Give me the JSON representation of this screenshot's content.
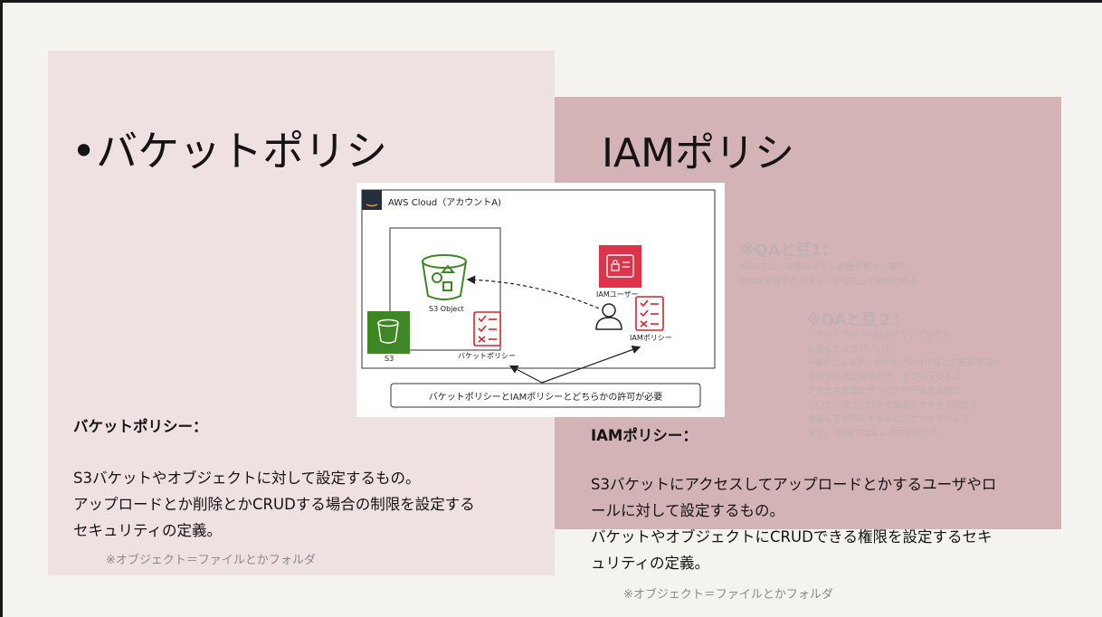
{
  "left": {
    "title": "•バケットポリシ",
    "heading": "バケットポリシー：",
    "body_lines": [
      "S3バケットやオブジェクトに対して設定するもの。",
      "アップロードとか削除とかCRUDする場合の制限を設定する",
      "セキュリティの定義。"
    ],
    "note": "※オブジェクト＝ファイルとかフォルダ"
  },
  "right": {
    "title": "IAMポリシ",
    "heading": "IAMポリシー：",
    "body_lines": [
      "S3バケットにアクセスしてアップロードとかするユーザやロ",
      "ールに対して設定するもの。",
      "バケットやオブジェクトにCRUDできる権限を設定するセキ",
      "ュリティの定義。"
    ],
    "note": "※オブジェクト＝ファイルとかフォルダ"
  },
  "qa1": {
    "title": "※QAと豆1：",
    "lines": [
      "AWSでは、複数のポリシ定義が被った場合、",
      "DENY定義されたポリシが優先して適用される。"
    ]
  },
  "qa2": {
    "title": "※QAと豆２：",
    "lines": [
      "バケットポリシとIAMポリシどっちを",
      "定義したほうがいいか？",
      "→場合によるが、IAMポリシは作成して配布管理が",
      "運用上必要になるので、オブジェクトの",
      "アクセス管理をサービスや不特定多数に",
      "行いたい場合に特定の厳密なアクセス制御を",
      "考慮して簡易にするのにバケットポリシを",
      "使う。（絶対ではないので相談して）"
    ]
  },
  "diagram": {
    "cloud_label": "AWS Cloud（アカウントA)",
    "aws_logo": "aws",
    "s3_object_label": "S3 Object",
    "s3_label": "S3",
    "bucket_policy_label": "バケットポリシー",
    "iam_user_label": "IAMユーザー",
    "iam_policy_label": "IAMポリシー",
    "footer": "バケットポリシーとIAMポリシーとどちらかの許可が必要",
    "icons": [
      "aws-logo-icon",
      "s3-bucket-icon",
      "s3-service-icon",
      "iam-identity-icon",
      "user-icon",
      "checklist-icon"
    ],
    "colors": {
      "s3_green": "#3f8624",
      "iam_red": "#dd344c",
      "policy_red": "#d6242d"
    }
  },
  "colors": {
    "left_panel": "#efe1e1",
    "right_panel": "#d3b3b5",
    "slide_bg": "#f4f3ee"
  }
}
